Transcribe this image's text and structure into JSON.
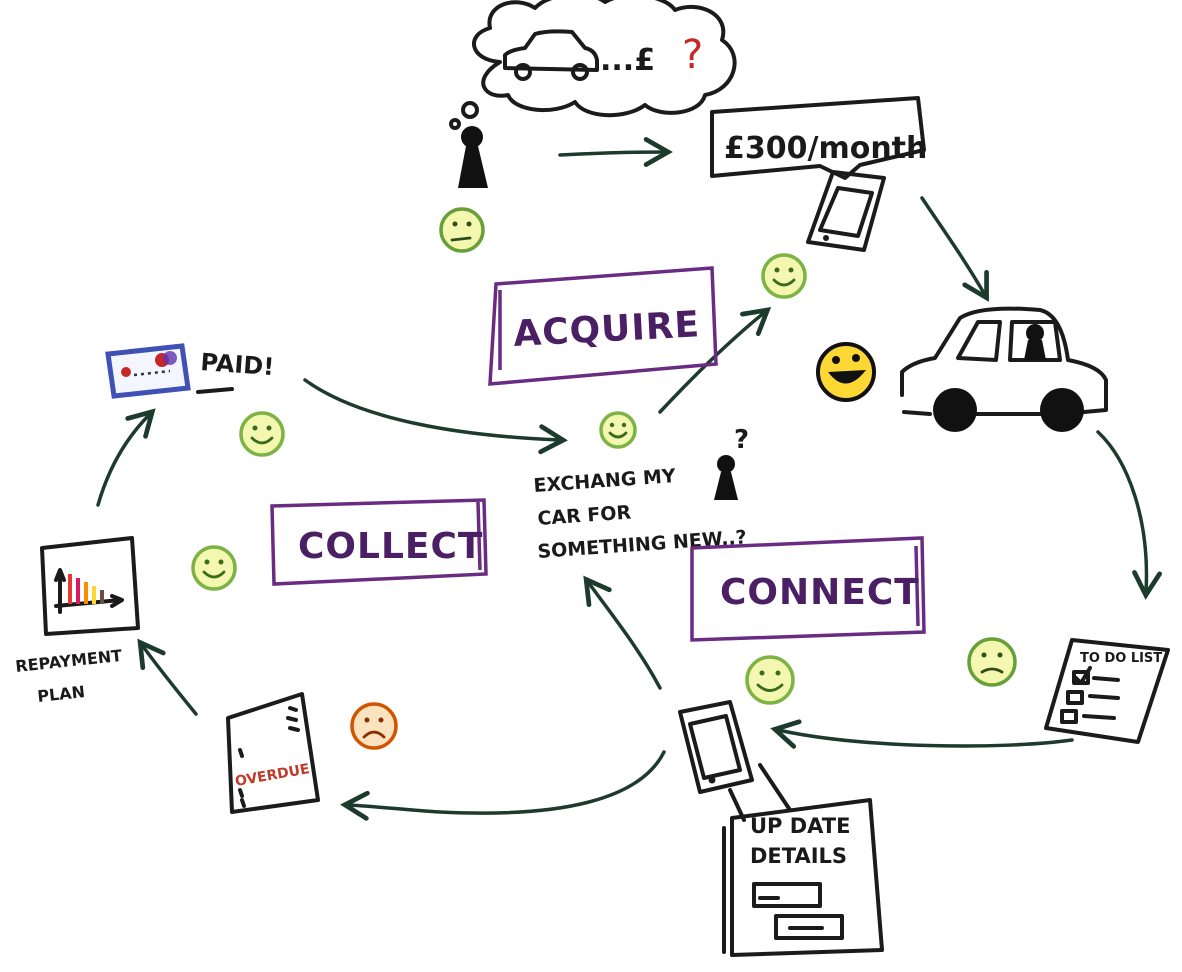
{
  "colors": {
    "ink": "#1b1b1b",
    "arrow": "#1d3b2d",
    "stage": "#6a2c82",
    "happy": "#7cb342",
    "sad": "#d35400",
    "neutral": "#689f38",
    "card_blue": "#3f51b5",
    "overdue_red": "#c0392b",
    "money_red": "#c62828"
  },
  "stages": {
    "acquire": "ACQUIRE",
    "collect": "COLLECT",
    "connect": "CONNECT"
  },
  "notes": {
    "thought_prefix": "...£",
    "thought_question": "?",
    "price": "£300/month",
    "paid": "PAID!",
    "exchange_line1": "EXCHANG MY",
    "exchange_line2": "CAR FOR",
    "exchange_line3": "SOMETHING NEW..?",
    "question": "?",
    "todo_title": "TO DO LIST",
    "overdue": "OVERDUE",
    "repayment_line1": "REPAYMENT",
    "repayment_line2": "PLAN",
    "update_line1": "UP DATE",
    "update_line2": "DETAILS"
  },
  "icons": [
    "thought-bubble-car-icon",
    "person-icon",
    "smartphone-icon",
    "car-icon",
    "todo-list-icon",
    "overdue-document-icon",
    "bar-chart-icon",
    "payment-card-icon",
    "update-form-icon"
  ]
}
